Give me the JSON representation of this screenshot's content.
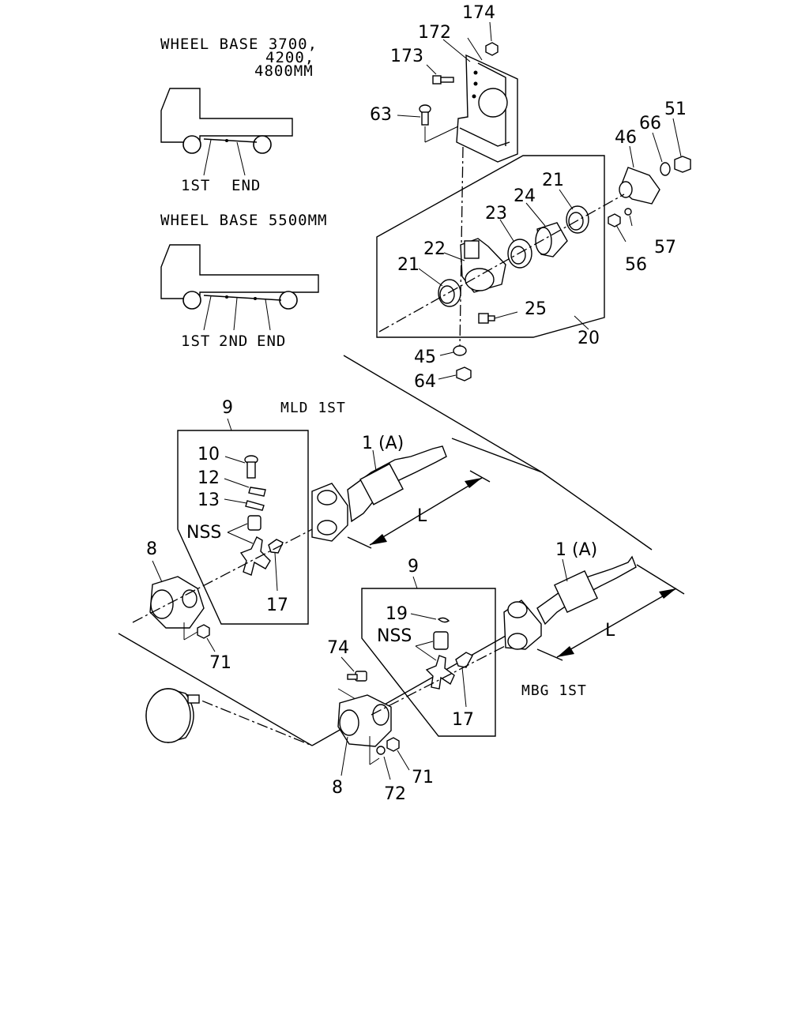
{
  "wheelbase_a": {
    "line1": "WHEEL BASE 3700,",
    "line2": "4200,",
    "line3": "4800MM",
    "pos1": "1ST",
    "pos_end": "END"
  },
  "wheelbase_b": {
    "line1": "WHEEL BASE 5500MM",
    "pos1": "1ST",
    "pos2": "2ND",
    "pos_end": "END"
  },
  "labels": {
    "mld": "MLD 1ST",
    "mbg": "MBG 1ST",
    "p174": "174",
    "p172": "172",
    "p173": "173",
    "p63": "63",
    "p51": "51",
    "p66": "66",
    "p46": "46",
    "p21a": "21",
    "p24": "24",
    "p23": "23",
    "p22": "22",
    "p21b": "21",
    "p57": "57",
    "p56": "56",
    "p25": "25",
    "p20": "20",
    "p45": "45",
    "p64": "64",
    "p9a": "9",
    "p10": "10",
    "p12": "12",
    "p13": "13",
    "nss_a": "NSS",
    "p8a": "8",
    "p17a": "17",
    "p71a": "71",
    "p1a": "1 (A)",
    "L_a": "L",
    "p1b": "1 (A)",
    "L_b": "L",
    "p9b": "9",
    "p19": "19",
    "nss_b": "NSS",
    "p74": "74",
    "p17b": "17",
    "p8b": "8",
    "p72": "72",
    "p71b": "71"
  }
}
